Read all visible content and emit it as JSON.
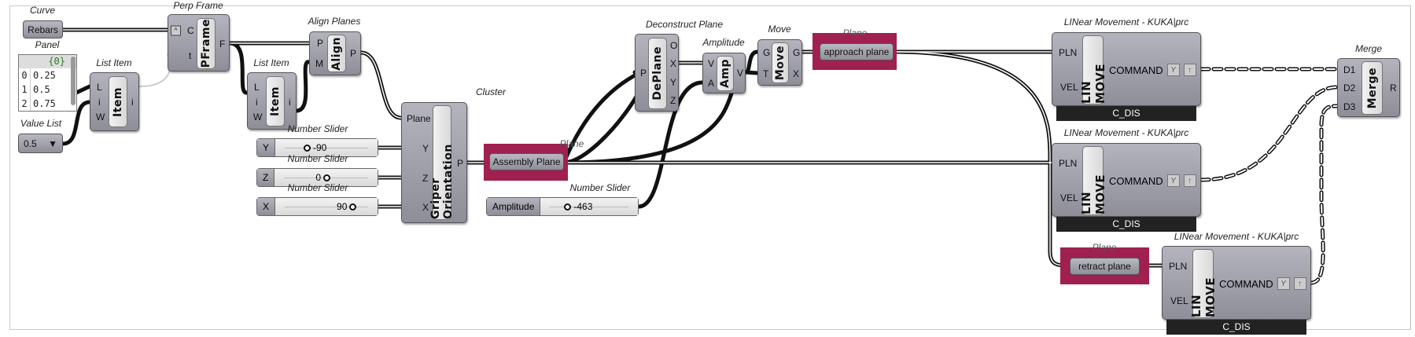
{
  "canvas": {
    "accent_group_color": "#a0204f",
    "wire_color": "#111111"
  },
  "curve": {
    "label": "Curve",
    "name": "Rebars"
  },
  "panel": {
    "label": "Panel",
    "header": "{0}",
    "rows": [
      {
        "i": "0",
        "v": "0.25"
      },
      {
        "i": "1",
        "v": "0.5"
      },
      {
        "i": "2",
        "v": "0.75"
      }
    ]
  },
  "value_list": {
    "label": "Value List",
    "value": "0.5"
  },
  "list_item1": {
    "label": "List Item",
    "name": "Item",
    "inputs": [
      "L",
      "i",
      "W"
    ],
    "output": "i"
  },
  "list_item2": {
    "label": "List Item",
    "name": "Item",
    "inputs": [
      "L",
      "i",
      "W"
    ],
    "output": "i"
  },
  "perp_frame": {
    "label": "Perp Frame",
    "name": "PFrame",
    "inputs": [
      "C",
      "t"
    ],
    "output": "F"
  },
  "align": {
    "label": "Align Planes",
    "name": "Align",
    "inputs": [
      "P",
      "M"
    ],
    "output": "P"
  },
  "sliders": [
    {
      "label": "Number Slider",
      "name": "Y",
      "value": "-90"
    },
    {
      "label": "Number Slider",
      "name": "Z",
      "value": "0"
    },
    {
      "label": "Number Slider",
      "name": "X",
      "value": "90"
    },
    {
      "label": "Number Slider",
      "name": "Amplitude",
      "value": "-463"
    }
  ],
  "cluster": {
    "label": "Cluster",
    "name": "Griper Orientation",
    "inputs": [
      "Plane",
      "Y",
      "Z",
      "X"
    ],
    "output": "P"
  },
  "assembly_plane": {
    "label": "Plane",
    "name": "Assembly Plane"
  },
  "deplane": {
    "label": "Deconstruct Plane",
    "name": "DePlane",
    "input": "P",
    "outputs": [
      "O",
      "X",
      "Y",
      "Z"
    ]
  },
  "amp": {
    "label": "Amplitude",
    "name": "Amp",
    "inputs": [
      "V",
      "A"
    ],
    "output": "V"
  },
  "move": {
    "label": "Move",
    "name": "Move",
    "inputs": [
      "G",
      "T"
    ],
    "outputs": [
      "G",
      "X"
    ]
  },
  "approach_plane": {
    "label": "Plane",
    "name": "approach plane"
  },
  "retract_plane": {
    "label": "Plane",
    "name": "retract plane"
  },
  "linmove": {
    "label": "LINear Movement - KUKA|prc",
    "name": "LIN MOVE",
    "inputs": [
      "PLN",
      "VEL"
    ],
    "output": "COMMAND",
    "footer": "C_DIS"
  },
  "merge": {
    "label": "Merge",
    "name": "Merge",
    "inputs": [
      "D1",
      "D2",
      "D3"
    ],
    "output": "R"
  }
}
